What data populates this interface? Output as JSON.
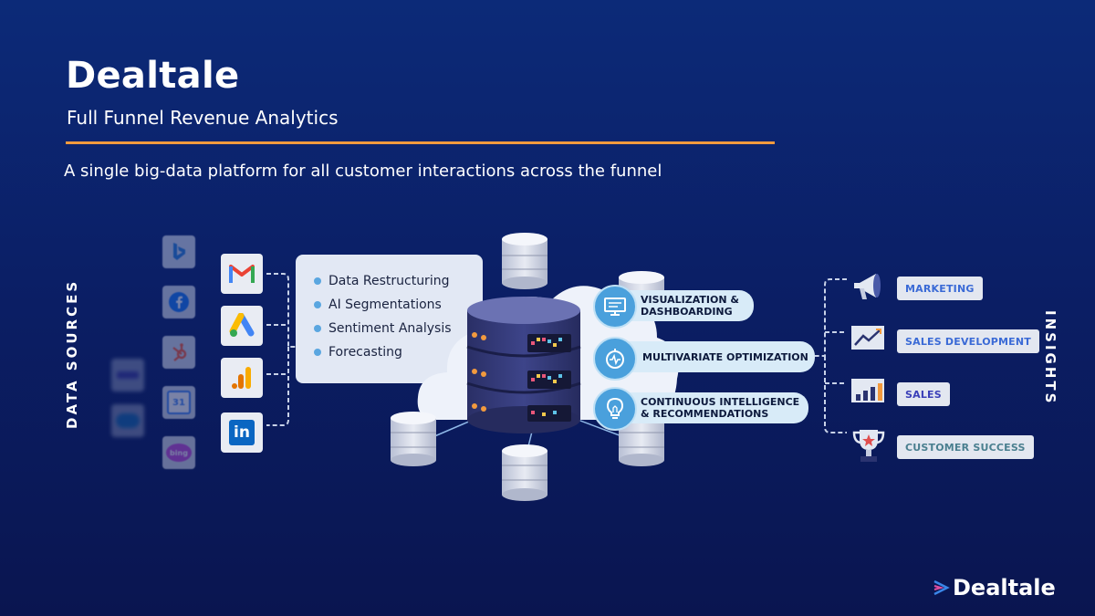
{
  "header": {
    "title": "Dealtale",
    "subtitle": "Full Funnel Revenue Analytics",
    "tagline": "A single big-data platform for all customer interactions across the funnel"
  },
  "labels": {
    "left": "DATA SOURCES",
    "right": "INSIGHTS"
  },
  "data_sources": {
    "faint_text": [
      "31",
      "bing"
    ],
    "main_icons": [
      "gmail-icon",
      "google-ads-icon",
      "google-analytics-icon",
      "linkedin-icon"
    ],
    "faint_icons": [
      "bing-icon",
      "facebook-icon",
      "hubspot-icon",
      "google-calendar-icon",
      "bing-ads-icon"
    ],
    "faded_icons": [
      "marketo-icon",
      "salesforce-icon"
    ],
    "linkedin_text": "in"
  },
  "processing": {
    "items": [
      "Data Restructuring",
      "AI Segmentations",
      "Sentiment Analysis",
      "Forecasting"
    ]
  },
  "capabilities": [
    {
      "line1": "VISUALIZATION &",
      "line2": "DASHBOARDING",
      "icon": "dashboard-icon"
    },
    {
      "line1": "MULTIVARIATE OPTIMIZATION",
      "line2": "",
      "icon": "optimization-icon"
    },
    {
      "line1": "CONTINUOUS INTELLIGENCE",
      "line2": "& RECOMMENDATIONS",
      "icon": "lightbulb-icon"
    }
  ],
  "insights": [
    {
      "label": "MARKETING",
      "color": "#3a6ad6",
      "icon": "megaphone-icon"
    },
    {
      "label": "SALES DEVELOPMENT",
      "color": "#3a6ad6",
      "icon": "trend-chart-icon"
    },
    {
      "label": "SALES",
      "color": "#3a3fb8",
      "icon": "bar-chart-icon"
    },
    {
      "label": "CUSTOMER SUCCESS",
      "color": "#4a7f8f",
      "icon": "trophy-icon"
    }
  ],
  "brand": {
    "name": "Dealtale"
  },
  "colors": {
    "accent_orange": "#f29a3e",
    "bullet_dot": "#5aa6e0",
    "pill_icon": "#4aa0dc"
  }
}
